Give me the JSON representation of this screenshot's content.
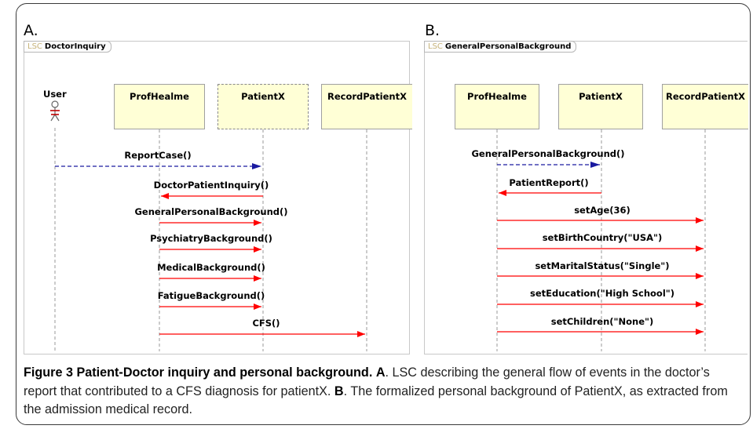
{
  "panel_a": {
    "letter": "A.",
    "tab_prefix": "LSC",
    "tab_name": "DoctorInquiry",
    "actor": "User",
    "lifelines": [
      "ProfHealme",
      "PatientX",
      "RecordPatientX"
    ],
    "messages": [
      "ReportCase()",
      "DoctorPatientInquiry()",
      "GeneralPersonalBackground()",
      "PsychiatryBackground()",
      "MedicalBackground()",
      "FatigueBackground()",
      "CFS()"
    ]
  },
  "panel_b": {
    "letter": "B.",
    "tab_prefix": "LSC",
    "tab_name": "GeneralPersonalBackground",
    "lifelines": [
      "ProfHealme",
      "PatientX",
      "RecordPatientX"
    ],
    "messages": [
      "GeneralPersonalBackground()",
      "PatientReport()",
      "setAge(36)",
      "setBirthCountry(\"USA\")",
      "setMaritalStatus(\"Single\")",
      "setEducation(\"High School\")",
      "setChildren(\"None\")"
    ]
  },
  "caption": {
    "figure_label": "Figure 3 Patient-Doctor inquiry and personal background.",
    "a_label": "A",
    "a_text": ". LSC describing the general flow of events in the doctor’s report that contributed to a CFS diagnosis for patientX.",
    "b_label": "B",
    "b_text": ". The formalized personal background of PatientX, as extracted from the admission medical record."
  },
  "colors": {
    "sync_message": "#ff0000",
    "async_message": "#00008b",
    "lifeline_fill": "#ffffd6",
    "tab_prefix": "#c8b47a"
  }
}
